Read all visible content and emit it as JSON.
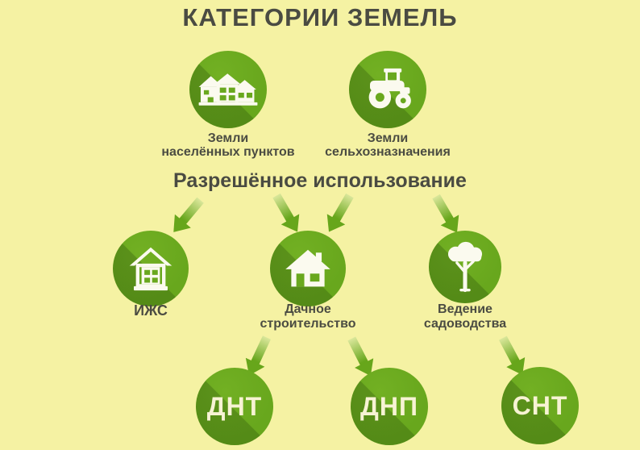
{
  "title": "КАТЕГОРИИ ЗЕМЕЛЬ",
  "subtitle": "Разрешённое использование",
  "colors": {
    "background": "#f5f2a3",
    "circle_green": "#69a81e",
    "circle_shadow_green": "#4c7d10",
    "text_dark": "#4b4c42",
    "text_cream": "#f7f3d4",
    "arrow_gradient_light": "#dbe79b",
    "arrow_gradient_dark": "#67a61b",
    "icon_white": "#fbfaef"
  },
  "top_row": [
    {
      "id": "settlement-lands",
      "icon": "houses-icon",
      "label": "Земли\nнаселённых пунктов"
    },
    {
      "id": "agricultural-lands",
      "icon": "tractor-icon",
      "label": "Земли\nсельхозназначения"
    }
  ],
  "mid_row": [
    {
      "id": "izhs",
      "icon": "house-outline-icon",
      "label": "ИЖС"
    },
    {
      "id": "dacha-construction",
      "icon": "house-solid-icon",
      "label": "Дачное\nстроительство"
    },
    {
      "id": "gardening",
      "icon": "tree-icon",
      "label": "Ведение\nсадоводства"
    }
  ],
  "bottom_row": [
    {
      "id": "dnt",
      "label": "ДНТ"
    },
    {
      "id": "dnp",
      "label": "ДНП"
    },
    {
      "id": "snt",
      "label": "СНТ"
    }
  ]
}
